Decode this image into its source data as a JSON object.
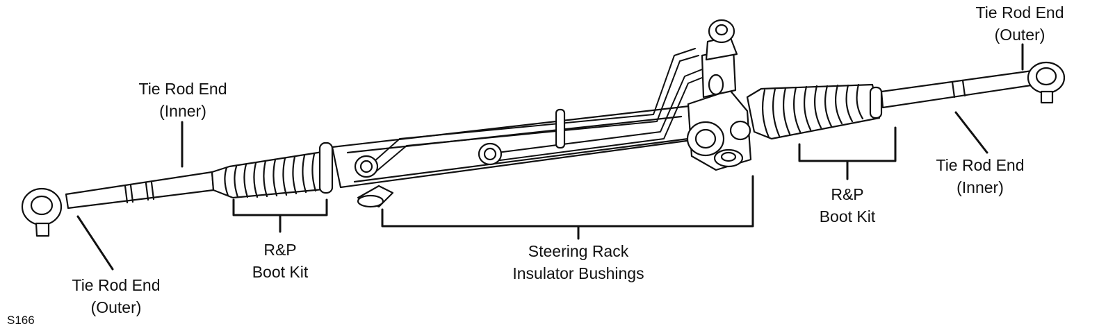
{
  "labels": {
    "tie_rod_end_outer_left": [
      "Tie Rod End",
      "(Outer)"
    ],
    "tie_rod_end_inner_left": [
      "Tie Rod End",
      "(Inner)"
    ],
    "rp_boot_kit_left": [
      "R&P",
      "Boot Kit"
    ],
    "steering_rack_bushings": [
      "Steering Rack",
      "Insulator Bushings"
    ],
    "rp_boot_kit_right": [
      "R&P",
      "Boot Kit"
    ],
    "tie_rod_end_inner_right": [
      "Tie Rod End",
      "(Inner)"
    ],
    "tie_rod_end_outer_right": [
      "Tie Rod End",
      "(Outer)"
    ]
  },
  "figure_id": "S166"
}
